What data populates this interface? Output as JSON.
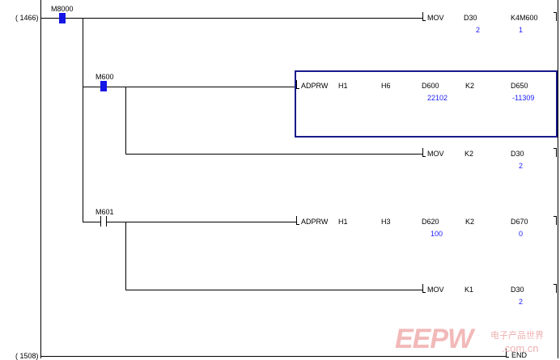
{
  "steps": [
    {
      "label": "( 1466)"
    },
    {
      "label": "( 1508)"
    }
  ],
  "contacts": [
    {
      "device": "M8000",
      "state": "on"
    },
    {
      "device": "M600",
      "state": "on"
    },
    {
      "device": "M601",
      "state": "off"
    }
  ],
  "instructions": [
    {
      "op": "MOV",
      "operands": [
        "D30",
        "K4M600"
      ],
      "values": [
        "2",
        "1"
      ]
    },
    {
      "op": "ADPRW",
      "operands": [
        "H1",
        "H6",
        "D600",
        "K2",
        "D650"
      ],
      "values": [
        "22102",
        "-11309"
      ]
    },
    {
      "op": "MOV",
      "operands": [
        "K2",
        "D30"
      ],
      "values": [
        "2"
      ]
    },
    {
      "op": "ADPRW",
      "operands": [
        "H1",
        "H3",
        "D620",
        "K2",
        "D670"
      ],
      "values": [
        "100",
        "0"
      ]
    },
    {
      "op": "MOV",
      "operands": [
        "K1",
        "D30"
      ],
      "values": [
        "2"
      ]
    },
    {
      "op": "END"
    }
  ],
  "watermark": {
    "logo": "EEPW",
    "tagline": "电子产品世界",
    "url": ".com.cn"
  },
  "colors": {
    "active_contact": "#1515e6",
    "monitor_value": "#1a1aff",
    "cursor": "#1a1a8c"
  }
}
